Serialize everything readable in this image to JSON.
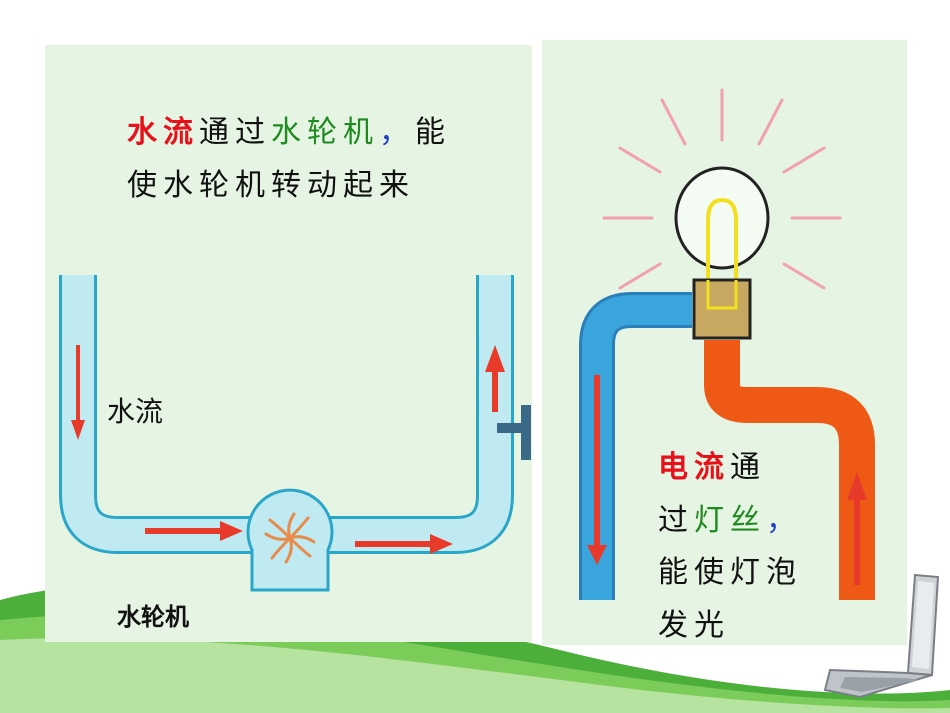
{
  "left_panel": {
    "caption_line1": [
      {
        "text": "水流",
        "color": "red"
      },
      {
        "text": "通过",
        "color": "black"
      },
      {
        "text": "水轮机",
        "color": "green"
      },
      {
        "text": "，",
        "color": "blue"
      },
      {
        "text": "能",
        "color": "black"
      }
    ],
    "caption_line2": "使水轮机转动起来",
    "water_label": "水流",
    "turbine_label": "水轮机"
  },
  "right_panel": {
    "caption_line1": [
      {
        "text": "电流",
        "color": "red"
      },
      {
        "text": "通",
        "color": "black"
      }
    ],
    "caption_line2": [
      {
        "text": "过",
        "color": "black"
      },
      {
        "text": "灯丝",
        "color": "green"
      },
      {
        "text": "，",
        "color": "blue"
      }
    ],
    "caption_line3": "能使灯泡",
    "caption_line4": "发光"
  },
  "colors": {
    "panel_bg": "#e6f5e3",
    "pipe_fill": "#bfeaf2",
    "pipe_edge": "#2aa6c8",
    "flow_arrow": "#e83a2a",
    "wire_blue": "#3aa4dc",
    "wire_orange": "#ee5a16",
    "base_gold": "#c8a860",
    "background_wave": "#4caf3a"
  }
}
